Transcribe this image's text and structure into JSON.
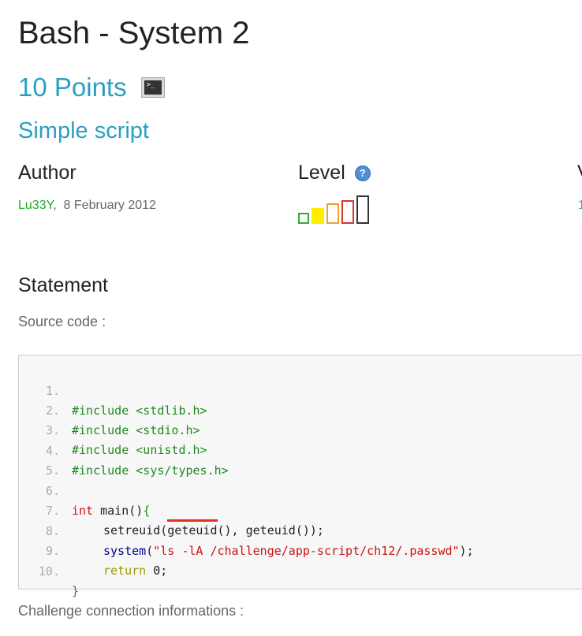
{
  "header": {
    "title": "Bash - System 2",
    "points": "10 Points",
    "subtitle": "Simple script"
  },
  "meta": {
    "author_label": "Author",
    "author_name": "Lu33Y",
    "author_sep": ",",
    "date": "8 February 2012",
    "level_label": "Level",
    "help_icon": "?",
    "level_colors": [
      "#33aa33",
      "#ffee00",
      "#f0a030",
      "#e03030",
      "#333333"
    ],
    "level_filled": [
      false,
      true,
      false,
      false,
      false
    ],
    "edge_label": "V",
    "edge_value": "1"
  },
  "statement": {
    "heading": "Statement",
    "source_label": "Source code :",
    "connection_label": "Challenge connection informations :"
  },
  "code": {
    "line_numbers": [
      "1.",
      "2.",
      "3.",
      "4.",
      "5.",
      "6.",
      "7.",
      "8.",
      "9.",
      "10."
    ],
    "line1": "#include <stdlib.h>",
    "line2": "#include <stdio.h>",
    "line3": "#include <unistd.h>",
    "line4": "#include <sys/types.h>",
    "line6_kw": "int",
    "line6_rest": " main()",
    "line6_brace": "{",
    "line7_fn": "setreuid",
    "line7_rest": "(geteuid(), geteuid());",
    "line8_fn": "system",
    "line8_open": "(",
    "line8_str": "\"ls -lA /challenge/app-script/ch12/.passwd\"",
    "line8_close": ");",
    "line9_kw": "return",
    "line9_num": " 0",
    "line9_semi": ";",
    "line10": "}"
  }
}
